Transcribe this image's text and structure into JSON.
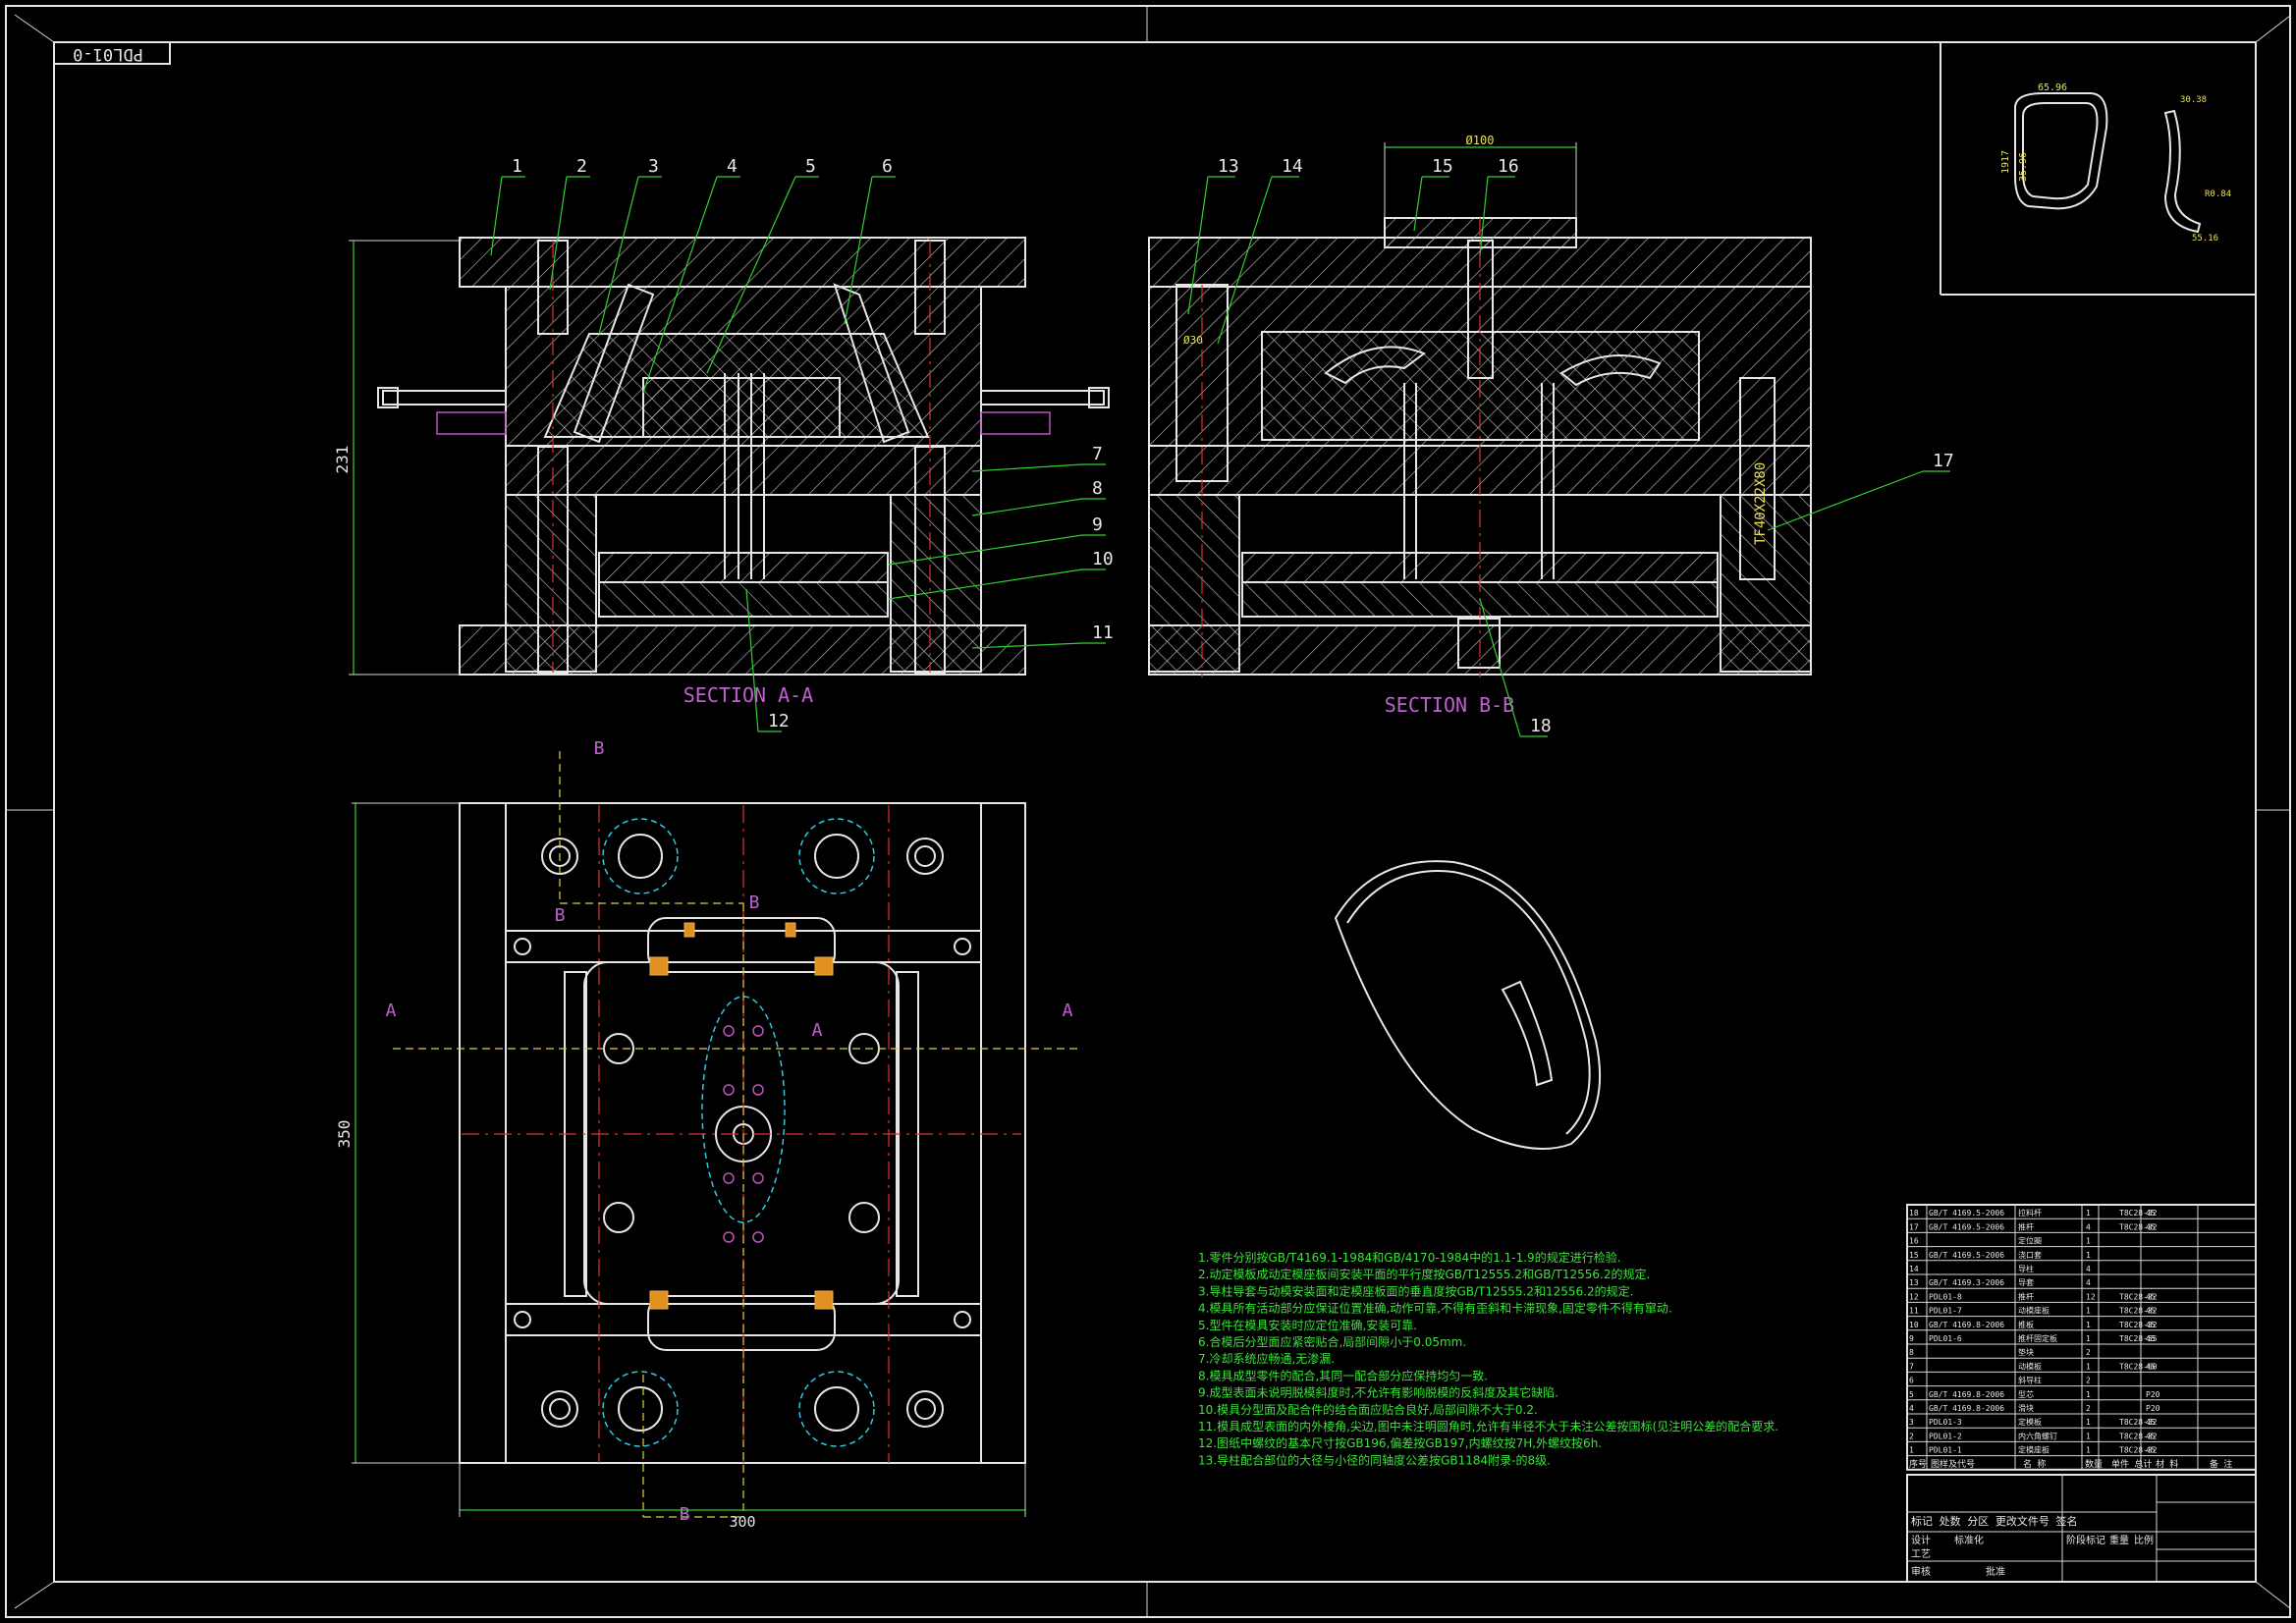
{
  "drawing_code": "PDL01-0",
  "sections": {
    "a": "SECTION A-A",
    "b": "SECTION B-B"
  },
  "callouts_a": [
    "1",
    "2",
    "3",
    "4",
    "5",
    "6",
    "7",
    "8",
    "9",
    "10",
    "11",
    "12"
  ],
  "callouts_b": [
    "13",
    "14",
    "15",
    "16",
    "17",
    "18"
  ],
  "dims": {
    "height_231": "231",
    "height_350": "350",
    "width_300": "300",
    "dia_100": "Ø100",
    "thread": "TF40X22X80",
    "inner_dia": "Ø30"
  },
  "view_marks": {
    "a": "A",
    "b": "B"
  },
  "part_dims": [
    "65.96",
    "1917",
    "35.96",
    "30.38",
    "R0.84",
    "55.16"
  ],
  "notes": [
    "1.零件分别按GB/T4169.1-1984和GB/4170-1984中的1.1-1.9的规定进行检验.",
    "2.动定模板成动定模座板间安装平面的平行度按GB/T12555.2和GB/T12556.2的规定.",
    "3.导柱导套与动模安装面和定模座板面的垂直度按GB/T12555.2和12556.2的规定.",
    "4.模具所有活动部分应保证位置准确,动作可靠,不得有歪斜和卡滞现象,固定零件不得有窜动.",
    "5.型件在模具安装时应定位准确,安装可靠.",
    "6.合模后分型面应紧密贴合,局部间隙小于0.05mm.",
    "7.冷却系统应畅通,无渗漏.",
    "8.模具成型零件的配合,其同一配合部分应保持均匀一致.",
    "9.成型表面未说明脱模斜度时,不允许有影响脱模的反斜度及其它缺陷.",
    "10.模具分型面及配合件的结合面应贴合良好,局部间隙不大于0.2.",
    "11.模具成型表面的内外棱角,尖边,图中未注明圆角时,允许有半径不大于未注公差按国标(见注明公差的配合要求.",
    "12.图纸中螺纹的基本尺寸按GB196,偏差按GB197,内螺纹按7H,外螺纹按6h.",
    "13.导柱配合部位的大径与小径的同轴度公差按GB1184附录-的8级."
  ],
  "bom": [
    [
      "18",
      "GB/T 4169.5-2006",
      "拉料杆",
      "1",
      "T8C28-32",
      "45"
    ],
    [
      "17",
      "GB/T 4169.5-2006",
      "推杆",
      "4",
      "T8C28-32",
      "45"
    ],
    [
      "16",
      "",
      "定位圈",
      "1",
      "",
      ""
    ],
    [
      "15",
      "GB/T 4169.5-2006",
      "浇口套",
      "1",
      "",
      ""
    ],
    [
      "14",
      "",
      "导柱",
      "4",
      "",
      ""
    ],
    [
      "13",
      "GB/T 4169.3-2006",
      "导套",
      "4",
      "",
      ""
    ],
    [
      "12",
      "PDL01-8",
      "推杆",
      "12",
      "T8C28-32",
      "45"
    ],
    [
      "11",
      "PDL01-7",
      "动模座板",
      "1",
      "T8C28-32",
      "45"
    ],
    [
      "10",
      "GB/T 4169.8-2006",
      "推板",
      "1",
      "T8C28-32",
      "45"
    ],
    [
      "9",
      "PDL01-6",
      "推杆固定板",
      "1",
      "T8C28-55",
      "45"
    ],
    [
      "8",
      "",
      "垫块",
      "2",
      "",
      ""
    ],
    [
      "7",
      "",
      "动模板",
      "1",
      "T8C28-60",
      "45"
    ],
    [
      "6",
      "",
      "斜导柱",
      "2",
      "",
      ""
    ],
    [
      "5",
      "GB/T 4169.8-2006",
      "型芯",
      "1",
      "",
      "P20"
    ],
    [
      "4",
      "GB/T 4169.8-2006",
      "滑块",
      "2",
      "",
      "P20"
    ],
    [
      "3",
      "PDL01-3",
      "定模板",
      "1",
      "T8C28-32",
      "45"
    ],
    [
      "2",
      "PDL01-2",
      "内六角螺钉",
      "1",
      "T8C28-32",
      "45"
    ],
    [
      "1",
      "PDL01-1",
      "定模座板",
      "1",
      "T8C28-32",
      "45"
    ]
  ],
  "bom_header": [
    "序号",
    "图样及代号",
    "名 称",
    "数量",
    "单件 总计",
    "材 料",
    "备 注"
  ],
  "title_block": {
    "r1": "标记 处数 分区 更改文件号 签名",
    "design": "设计",
    "std": "标准化",
    "stage": "阶段标记",
    "weight": "重量",
    "scale": "比例",
    "craft": "工艺",
    "audit": "审核",
    "approve": "批准"
  },
  "colors": {
    "line": "#e6e6e6",
    "magenta": "#c060d0",
    "green": "#37e637",
    "yellow": "#e8e050",
    "red": "#e03030",
    "cyan": "#30c8e0"
  }
}
